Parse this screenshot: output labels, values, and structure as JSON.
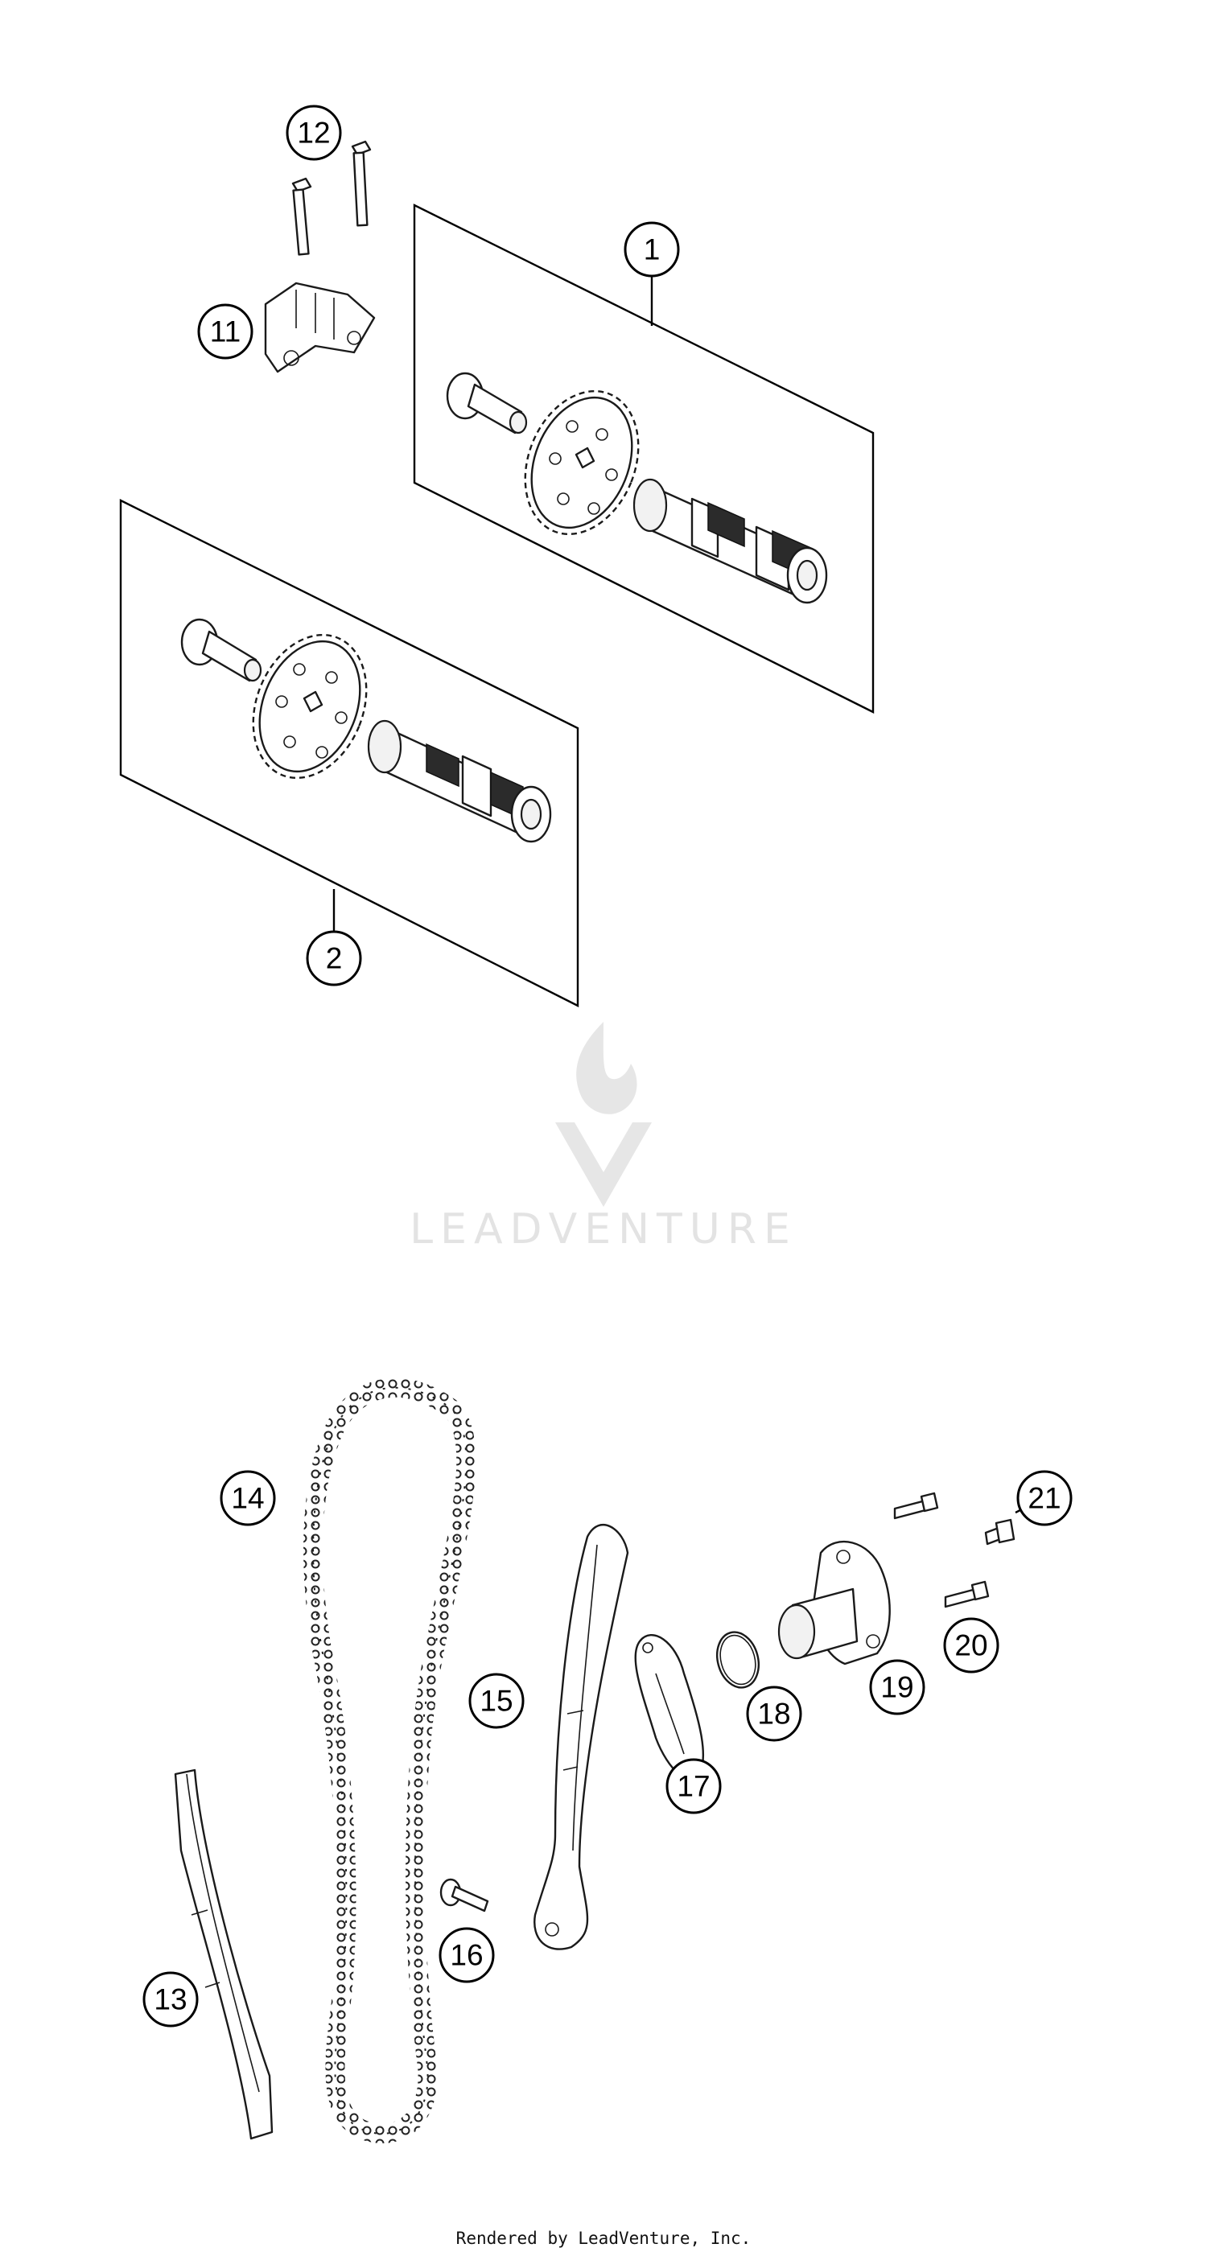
{
  "callouts": [
    {
      "label": "1"
    },
    {
      "label": "2"
    },
    {
      "label": "11"
    },
    {
      "label": "12"
    },
    {
      "label": "13"
    },
    {
      "label": "14"
    },
    {
      "label": "15"
    },
    {
      "label": "16"
    },
    {
      "label": "17"
    },
    {
      "label": "18"
    },
    {
      "label": "19"
    },
    {
      "label": "20"
    },
    {
      "label": "21"
    }
  ],
  "watermark": {
    "text": "LEADVENTURE"
  },
  "footer": {
    "text": "Rendered by LeadVenture, Inc."
  }
}
